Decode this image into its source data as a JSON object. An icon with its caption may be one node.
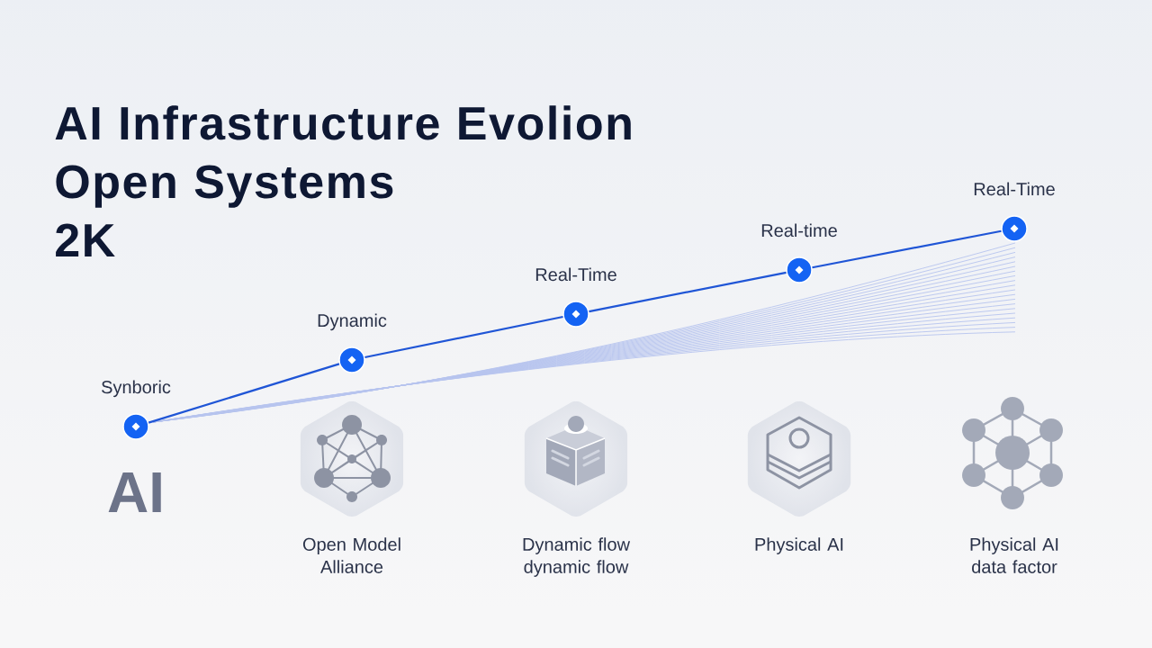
{
  "diagram": {
    "title": "AI Infrastructure Evolion Open Systems 2K",
    "nodes": [
      {
        "text": [],
        "shape": "circle",
        "beside": [
          "Synboric"
        ]
      },
      {
        "text": [],
        "shape": "circle",
        "beside": [
          "Dynamic"
        ]
      },
      {
        "text": [],
        "shape": "circle",
        "beside": [
          "Real-Time"
        ]
      },
      {
        "text": [],
        "shape": "circle",
        "beside": [
          "Real-time"
        ]
      },
      {
        "text": [],
        "shape": "circle",
        "beside": [
          "Real-Time"
        ]
      }
    ],
    "edges": [
      {
        "from": 0,
        "to": 1,
        "arrow": "none"
      },
      {
        "from": 1,
        "to": 2,
        "arrow": "none"
      },
      {
        "from": 2,
        "to": 3,
        "arrow": "none"
      },
      {
        "from": 3,
        "to": 4,
        "arrow": "none"
      }
    ],
    "labels": [
      "AI",
      "Open Model Alliance",
      "Dynamic flow dynamic flow",
      "Physical AI",
      "Physical AI data factor"
    ]
  }
}
